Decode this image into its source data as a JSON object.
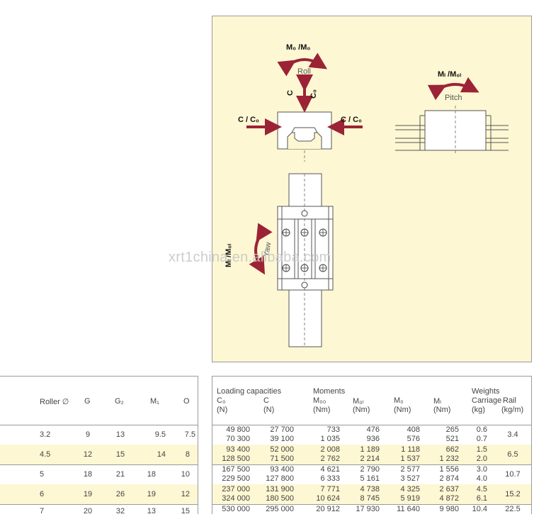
{
  "diagram": {
    "mq_label": "M₀ /M₀",
    "roll": "Roll",
    "c_top": "C",
    "c0_top": "C₀",
    "c_left": "C / C₀",
    "c_right": "C / C₀",
    "ml_label": "Mₗ /M₀ₗ",
    "pitch": "Pitch",
    "ml_vertical": "Mₗ /M₀ₗ",
    "yaw": "Yaw",
    "watermark": "xrt1china.en.alibaba.com",
    "colors": {
      "panel": "#fdf7d3",
      "arrow": "#9b2335",
      "line": "#555555"
    }
  },
  "left_table": {
    "headers": [
      "Roller ∅",
      "G",
      "G₂",
      "M₁",
      "O"
    ],
    "rows": [
      [
        "3.2",
        "9",
        "13",
        "9.5",
        "7.5"
      ],
      [
        "4.5",
        "12",
        "15",
        "14",
        "8"
      ],
      [
        "5",
        "18",
        "21",
        "18",
        "10"
      ],
      [
        "6",
        "19",
        "26",
        "19",
        "12"
      ],
      [
        "7",
        "20",
        "32",
        "13",
        "15"
      ]
    ]
  },
  "right_table": {
    "group_loading": "Loading capacities",
    "group_moments": "Moments",
    "group_weights": "Weights",
    "col_c0": "C₀",
    "col_c": "C",
    "col_m0q": "M₀₀",
    "col_m0l": "M₀ₗ",
    "col_mq": "M₀",
    "col_ml": "Mₗ",
    "col_carriage": "Carriage",
    "col_rail": "Rail",
    "unit_n1": "(N)",
    "unit_n2": "(N)",
    "unit_nm1": "(Nm)",
    "unit_nm2": "(Nm)",
    "unit_nm3": "(Nm)",
    "unit_nm4": "(Nm)",
    "unit_kg": "(kg)",
    "unit_kgm": "(kg/m)",
    "rows": [
      {
        "a": [
          "49 800",
          "27 700",
          "733",
          "476",
          "408",
          "265",
          "0.6"
        ],
        "b": [
          "70 300",
          "39 100",
          "1 035",
          "936",
          "576",
          "521",
          "0.7"
        ],
        "rail": "3.4"
      },
      {
        "a": [
          "93 400",
          "52 000",
          "2 008",
          "1 189",
          "1 118",
          "662",
          "1.5"
        ],
        "b": [
          "128 500",
          "71 500",
          "2 762",
          "2 214",
          "1 537",
          "1 232",
          "2.0"
        ],
        "rail": "6.5"
      },
      {
        "a": [
          "167 500",
          "93 400",
          "4 621",
          "2 790",
          "2 577",
          "1 556",
          "3.0"
        ],
        "b": [
          "229 500",
          "127 800",
          "6 333",
          "5 161",
          "3 527",
          "2 874",
          "4.0"
        ],
        "rail": "10.7"
      },
      {
        "a": [
          "237 000",
          "131 900",
          "7 771",
          "4 738",
          "4 325",
          "2 637",
          "4.5"
        ],
        "b": [
          "324 000",
          "180 500",
          "10 624",
          "8 745",
          "5 919",
          "4 872",
          "6.1"
        ],
        "rail": "15.2"
      },
      {
        "a": [
          "530 000",
          "295 000",
          "20 912",
          "17 930",
          "11 640",
          "9 980",
          "10.4"
        ],
        "b": [],
        "rail": "22.5"
      }
    ]
  }
}
